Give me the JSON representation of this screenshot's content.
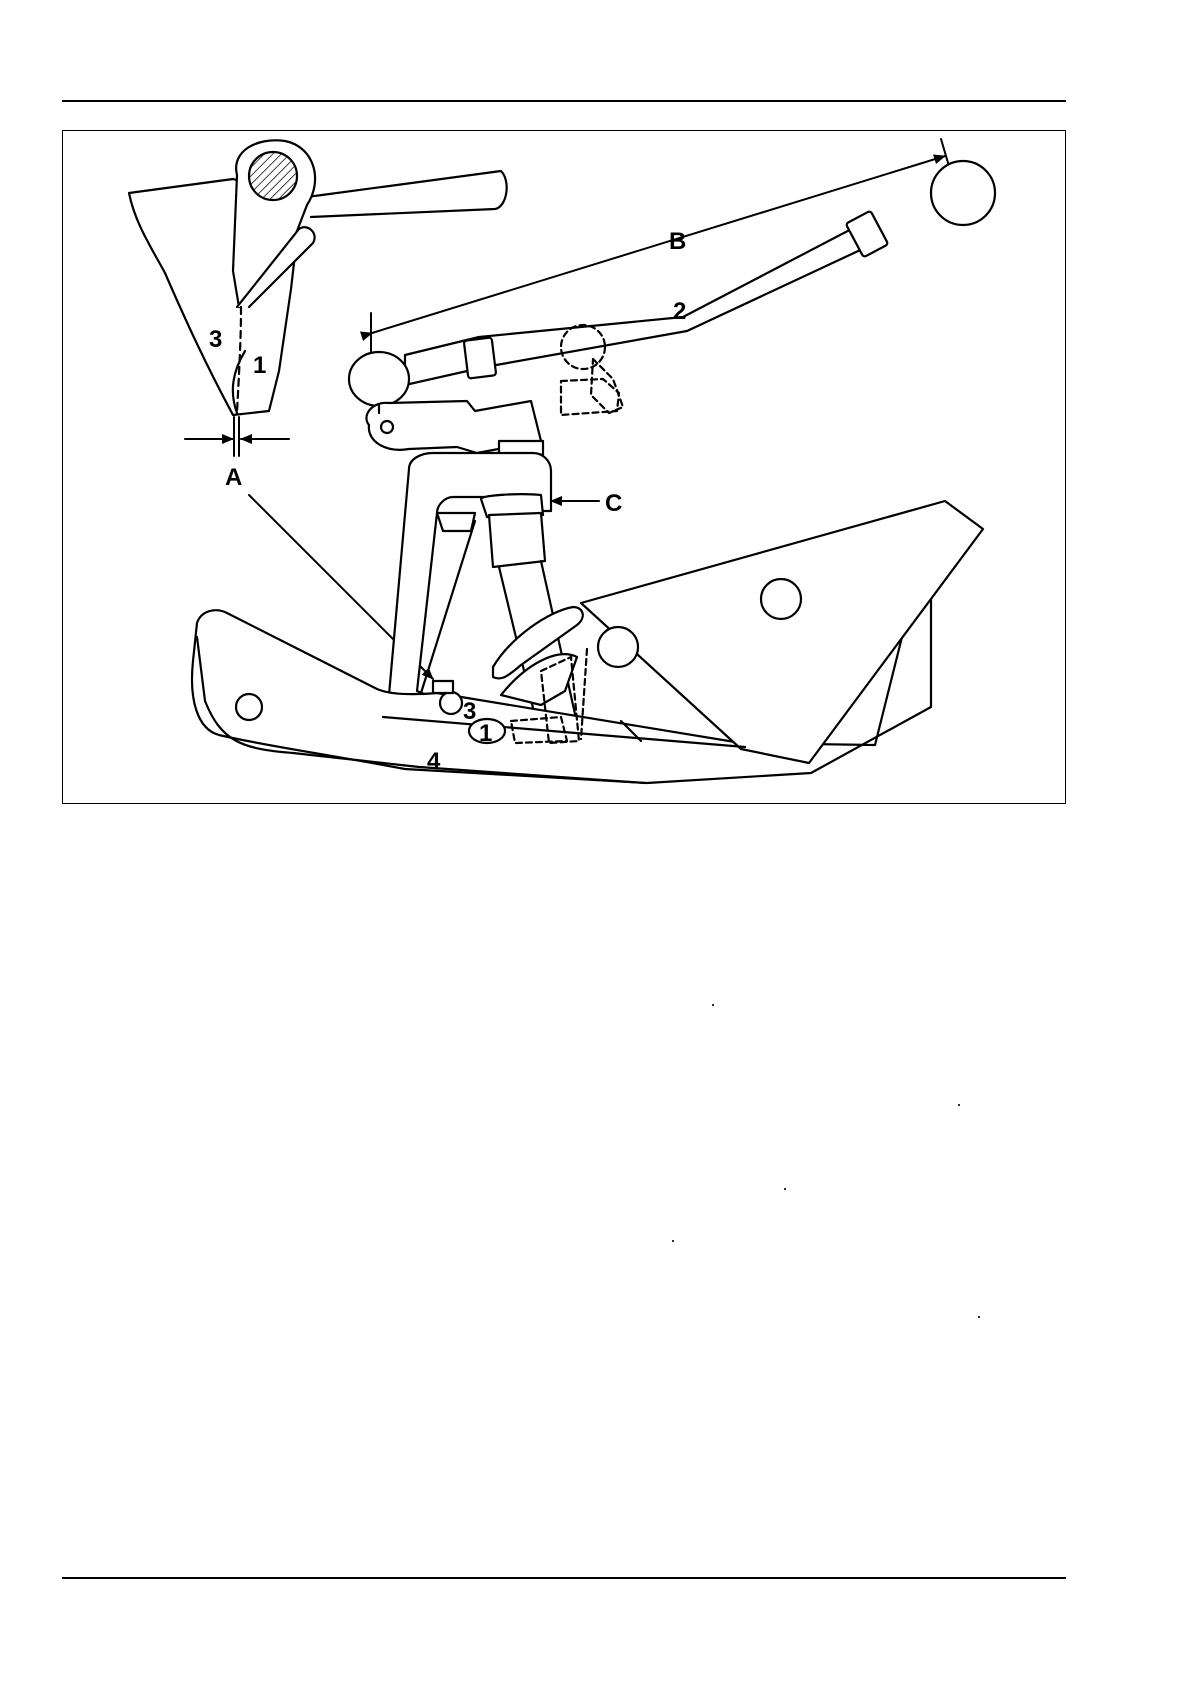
{
  "figure": {
    "callouts": {
      "part_1_upper": "1",
      "part_1_lower": "1",
      "part_2": "2",
      "part_3_upper": "3",
      "part_3_lower": "3",
      "part_4": "4",
      "dim_A": "A",
      "dim_B": "B",
      "dim_C": "C"
    }
  }
}
